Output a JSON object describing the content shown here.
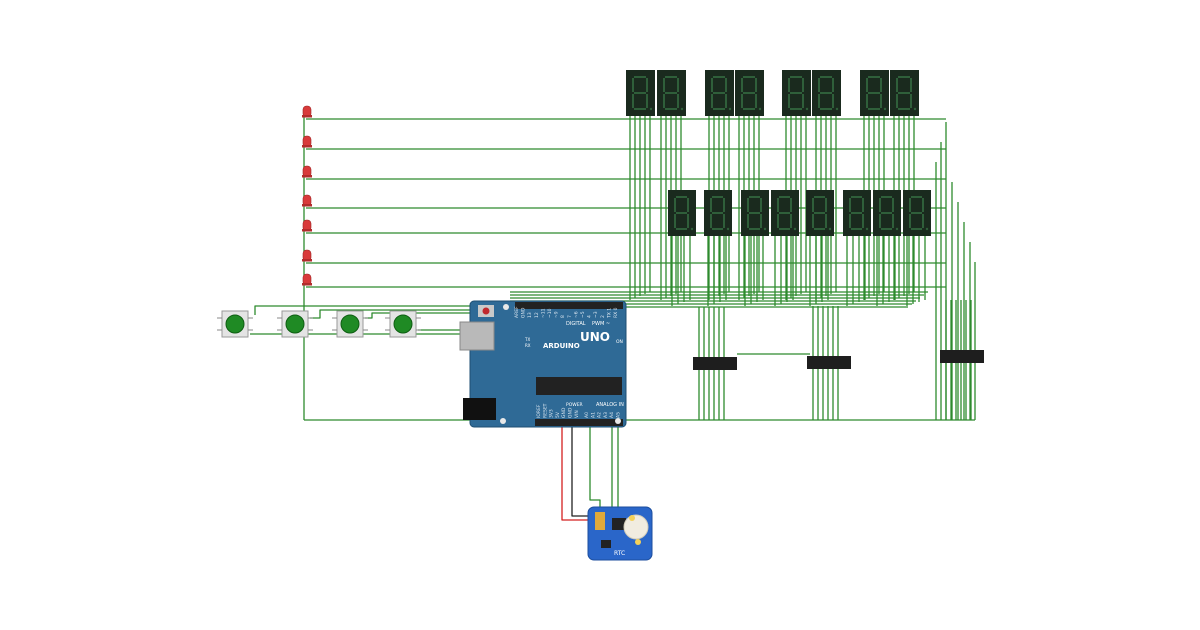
{
  "components": {
    "arduino": {
      "model_label": "UNO",
      "brand_label": "ARDUINO",
      "digital_label": "DIGITAL",
      "pwm_label": "PWM ~",
      "analog_label": "ANALOG IN",
      "power_label": "POWER",
      "on_label": "ON",
      "tx_label": "TX",
      "rx_label": "RX",
      "power_pins": [
        "IOREF",
        "RESET",
        "3V3",
        "5V",
        "GND",
        "GND",
        "VIN"
      ],
      "analog_pins": [
        "A0",
        "A1",
        "A2",
        "A3",
        "A4",
        "A5"
      ],
      "digital_pins": [
        "AREF",
        "GND",
        "13",
        "12",
        "~11",
        "~10",
        "~9",
        "8",
        "7",
        "~6",
        "~5",
        "4",
        "~3",
        "2",
        "TX 1",
        "RX 0"
      ]
    },
    "rtc_module": {
      "label": "RTC"
    },
    "top_displays": 8,
    "middle_displays": 8,
    "leds": 7,
    "buttons": 4,
    "shift_registers": 3
  },
  "colors": {
    "wire": "#2e8b2e",
    "board": "#2f6a96",
    "display": "#1a2a1e",
    "segment": "#2f5f3a",
    "led": "#d83a3a",
    "button_cap": "#1f8a24",
    "rtc": "#2a66c9",
    "power_wire": "#d42020",
    "ground_wire": "#222222"
  }
}
